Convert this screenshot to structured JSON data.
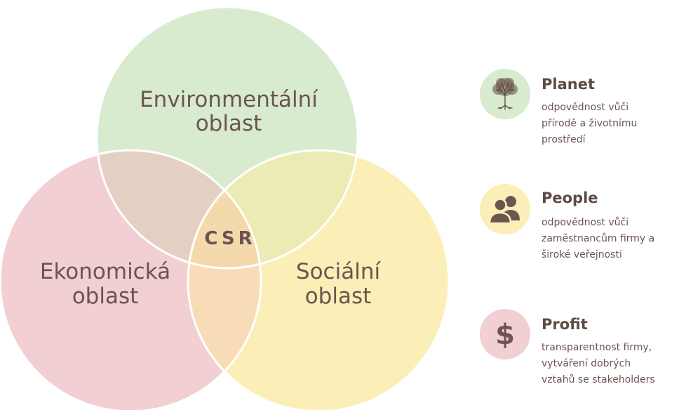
{
  "venn": {
    "top_label_line1": "Environmentální",
    "top_label_line2": "oblast",
    "left_label_line1": "Ekonomická",
    "left_label_line2": "oblast",
    "right_label_line1": "Sociální",
    "right_label_line2": "oblast",
    "center_label": "CSR",
    "colors": {
      "environmental": "#d8ebcf",
      "economic": "#f2cfd2",
      "social": "#fbefb7",
      "env_econ_overlap": "#e4d0c2",
      "env_social_overlap": "#ecebb4",
      "econ_social_overlap": "#f7dcb7",
      "center_overlap": "#f4d9ac",
      "outline": "#ffffff"
    }
  },
  "legend": [
    {
      "title": "Planet",
      "description": "odpovědnost vůči\npřírodě a životnímu\nprostředí",
      "icon": "tree-icon",
      "circle_color": "#d8ebcf"
    },
    {
      "title": "People",
      "description": "odpovědnost vůči\nzaměstnancům firmy a\nširoké veřejnosti",
      "icon": "people-icon",
      "circle_color": "#fbefb7"
    },
    {
      "title": "Profit",
      "description": "transparentnost firmy,\nvytváření dobrých\nvztahů se stakeholders",
      "icon": "dollar-icon",
      "circle_color": "#f2cfd2"
    }
  ]
}
